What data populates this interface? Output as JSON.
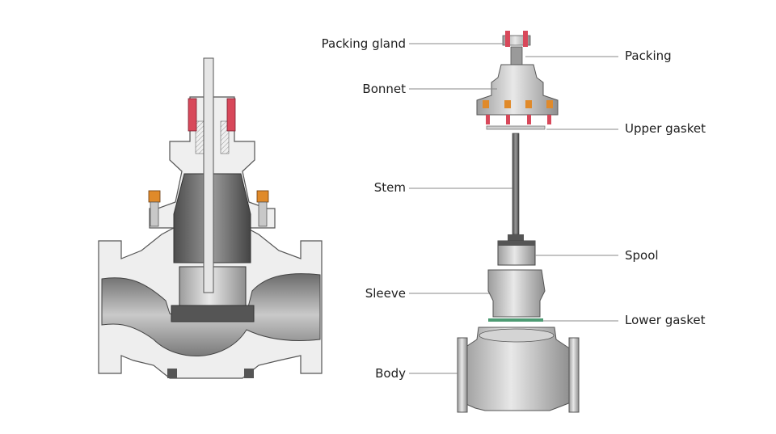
{
  "labels": {
    "packing_gland": "Packing gland",
    "packing": "Packing",
    "bonnet": "Bonnet",
    "upper_gasket": "Upper gasket",
    "stem": "Stem",
    "spool": "Spool",
    "sleeve": "Sleeve",
    "lower_gasket": "Lower gasket",
    "body": "Body"
  },
  "colors": {
    "metal_light": "#d9d9d9",
    "metal_mid": "#b7b7b7",
    "metal_dark": "#6e6e6e",
    "bolt_orange": "#e08a2a",
    "bolt_red": "#d8485a",
    "leader_line": "#8a8a8a"
  }
}
